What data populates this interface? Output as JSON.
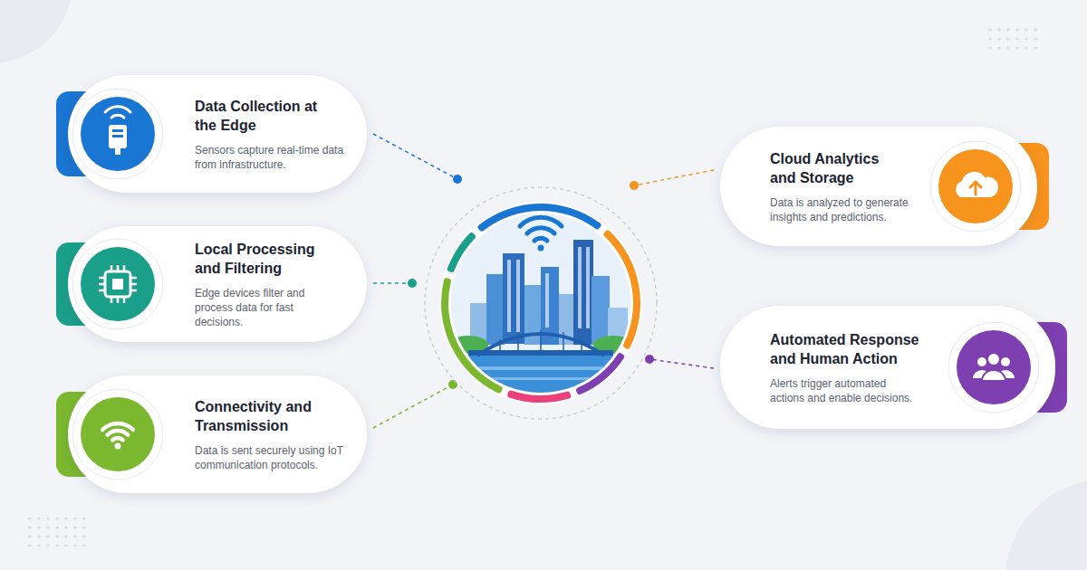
{
  "diagram": {
    "nodes": [
      {
        "text": [
          "Data Collection at the Edge",
          "Sensors capture real-time data from infrastructure."
        ]
      },
      {
        "text": [
          "Local Processing and Filtering",
          "Edge devices filter and process data for fast decisions."
        ]
      },
      {
        "text": [
          "Connectivity and Transmission",
          "Data is sent securely using IoT communication protocols."
        ]
      },
      {
        "text": [
          "Cloud Analytics and Storage",
          "Data is analyzed to generate insights and predictions."
        ]
      },
      {
        "text": [
          "Automated Response and Human Action",
          "Alerts trigger automated actions and enable decisions."
        ]
      }
    ]
  }
}
